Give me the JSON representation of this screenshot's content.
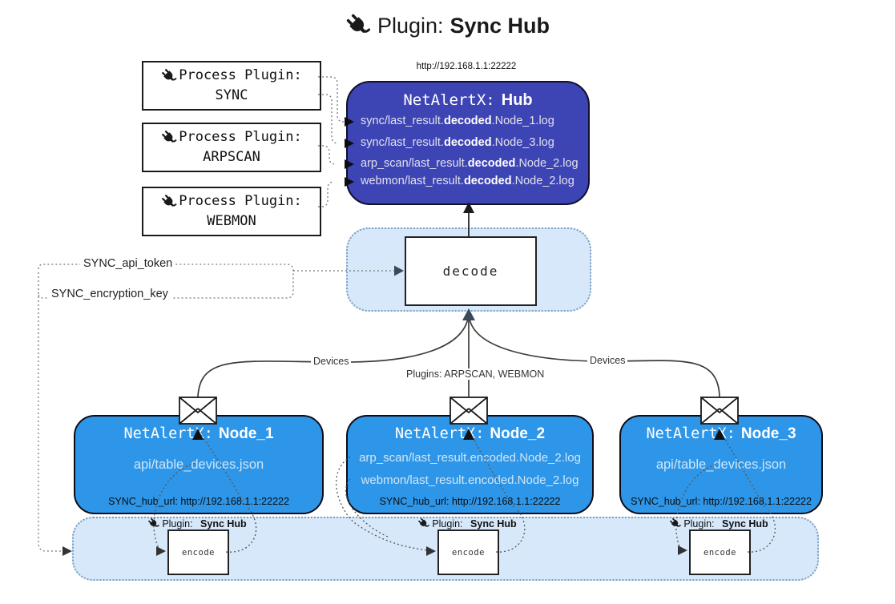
{
  "title": {
    "prefix": "Plugin:",
    "name": "Sync Hub"
  },
  "process_plugins": [
    {
      "label": "Process Plugin:",
      "name": "SYNC"
    },
    {
      "label": "Process Plugin:",
      "name": "ARPSCAN"
    },
    {
      "label": "Process Plugin:",
      "name": "WEBMON"
    }
  ],
  "hub": {
    "url": "http://192.168.1.1:22222",
    "title_prefix": "NetAlertX:",
    "title_name": "Hub",
    "rows": [
      {
        "pre": "sync/last_result.",
        "bold": "decoded",
        "post": ".Node_1.log"
      },
      {
        "pre": "sync/last_result.",
        "bold": "decoded",
        "post": ".Node_3.log"
      },
      {
        "pre": "arp_scan/last_result.",
        "bold": "decoded",
        "post": ".Node_2.log"
      },
      {
        "pre": "webmon/last_result.",
        "bold": "decoded",
        "post": ".Node_2.log"
      }
    ]
  },
  "decode_box": {
    "label": "decode"
  },
  "secrets": {
    "api_token": "SYNC_api_token",
    "encryption_key": "SYNC_encryption_key"
  },
  "edge_labels": {
    "devices_left": "Devices",
    "plugins_mid": "Plugins: ARPSCAN, WEBMON",
    "devices_right": "Devices"
  },
  "nodes": [
    {
      "title_prefix": "NetAlertX:",
      "title_name": "Node_1",
      "files": [
        "api/table_devices.json"
      ],
      "hub_url": "SYNC_hub_url: http://192.168.1.1:22222"
    },
    {
      "title_prefix": "NetAlertX:",
      "title_name": "Node_2",
      "files": [
        "arp_scan/last_result.encoded.Node_2.log",
        "webmon/last_result.encoded.Node_2.log"
      ],
      "hub_url": "SYNC_hub_url: http://192.168.1.1:22222"
    },
    {
      "title_prefix": "NetAlertX:",
      "title_name": "Node_3",
      "files": [
        "api/table_devices.json"
      ],
      "hub_url": "SYNC_hub_url: http://192.168.1.1:22222"
    }
  ],
  "encode_band": {
    "plugin_prefix": "Plugin:",
    "plugin_name": "Sync Hub",
    "encode_label": "encode"
  },
  "colors": {
    "hub_fill": "#3D44B4",
    "node_fill": "#2E96E8",
    "panel_fill": "#D6E8F9",
    "panel_border": "#7D9EC2",
    "arrow_dark": "#1A1A1A",
    "arrow_slate": "#3A4A5C"
  }
}
